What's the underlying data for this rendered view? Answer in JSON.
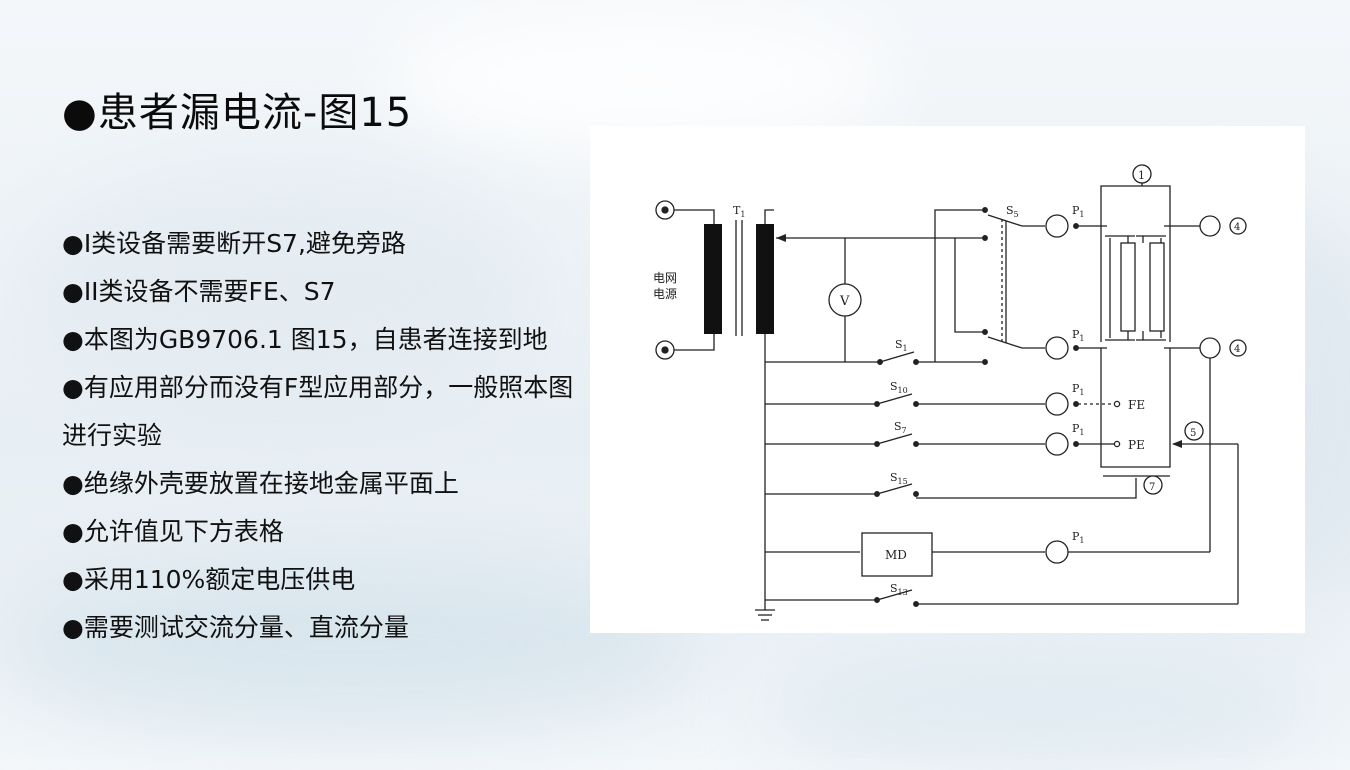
{
  "slide": {
    "title": "●患者漏电流-图15",
    "bullets": [
      "●I类设备需要断开S7,避免旁路",
      "●II类设备不需要FE、S7",
      "●本图为GB9706.1 图15，自患者连接到地",
      "●有应用部分而没有F型应用部分，一般照本图进行实验",
      "●绝缘外壳要放置在接地金属平面上",
      "●允许值见下方表格",
      "●采用110%额定电压供电",
      "●需要测试交流分量、直流分量"
    ]
  },
  "diagram": {
    "labels": {
      "mains_line1": "电网",
      "mains_line2": "电源",
      "t1": "T",
      "t1_sub": "1",
      "s5": "S",
      "s5_sub": "5",
      "s1": "S",
      "s1_sub": "1",
      "s10": "S",
      "s10_sub": "10",
      "s7": "S",
      "s7_sub": "7",
      "s15": "S",
      "s15_sub": "15",
      "s13": "S",
      "s13_sub": "13",
      "p1": "P",
      "p1_sub": "1",
      "v": "V",
      "md": "MD",
      "fe": "FE",
      "pe": "PE",
      "n1": "1",
      "n4": "4",
      "n5": "5",
      "n7": "7"
    }
  }
}
